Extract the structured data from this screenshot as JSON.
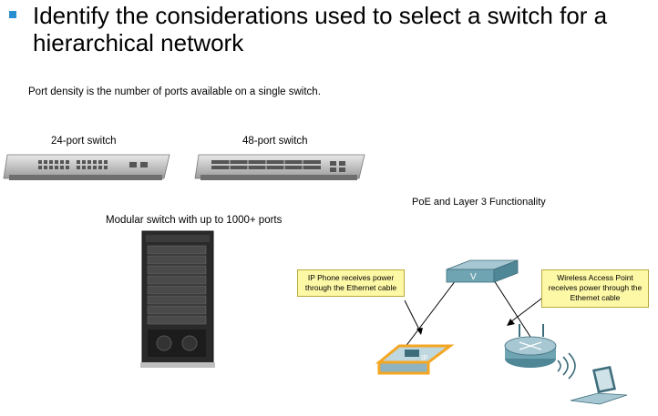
{
  "heading": "Identify the considerations used to select a switch for a hierarchical network",
  "port_density_text": "Port density is the number of ports available on a single switch.",
  "switch_24_label": "24-port switch",
  "switch_48_label": "48-port switch",
  "modular_label": "Modular switch with up to 1000+ ports",
  "poe_label": "PoE and Layer 3 Functionality",
  "ip_phone_callout": "IP Phone receives power through the Ethernet cable",
  "wap_callout": "Wireless Access Point receives power through the Ethernet cable",
  "switch_symbol_letter": "V",
  "phone_symbol_text": "IP",
  "colors": {
    "bullet": "#2a8fd0",
    "callout_fill": "#fdf8a6",
    "device_teal": "#6fa4b2",
    "phone_orange": "#f5a623"
  }
}
